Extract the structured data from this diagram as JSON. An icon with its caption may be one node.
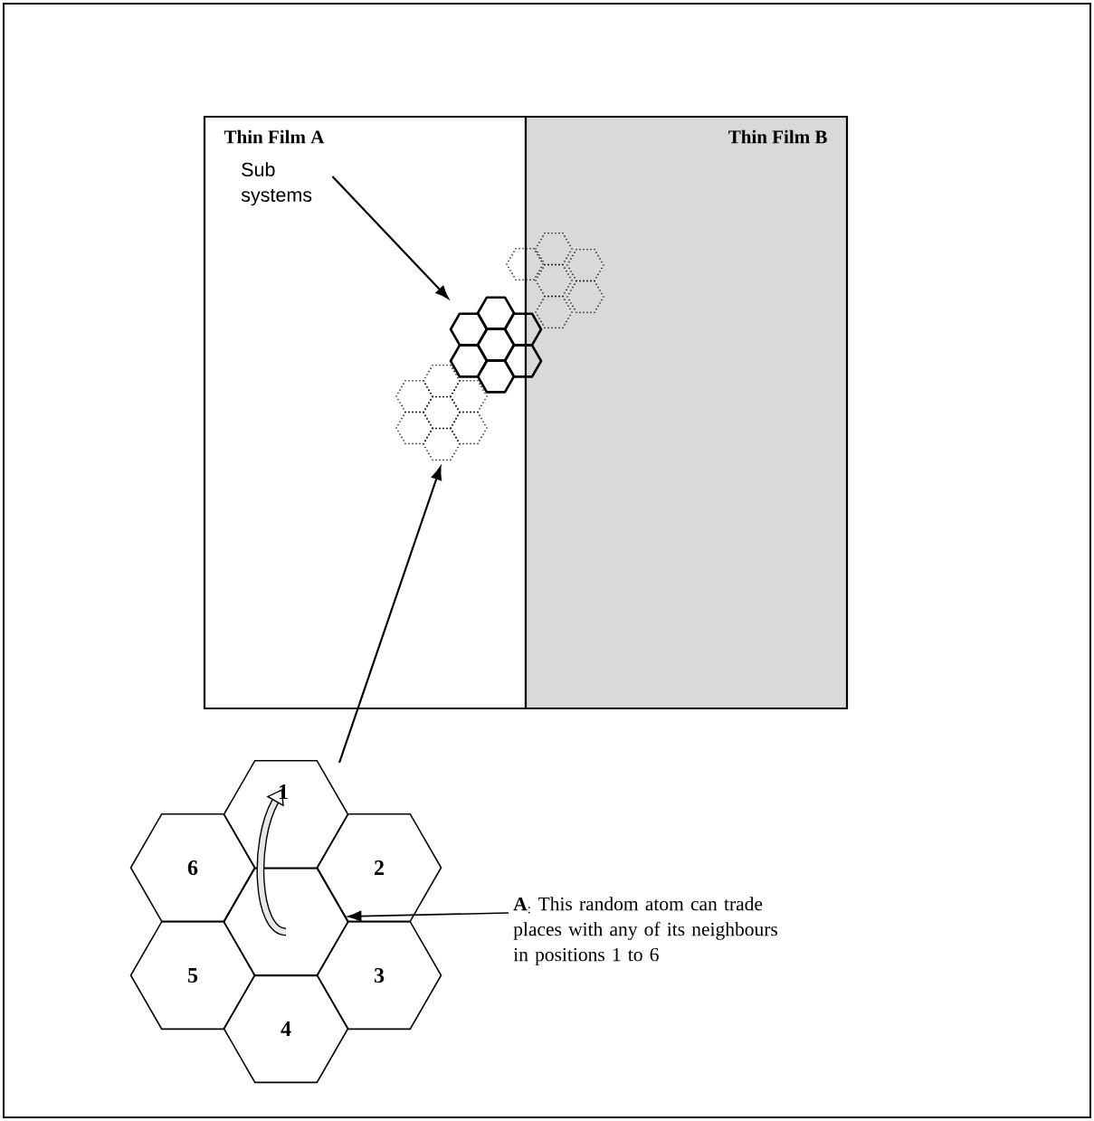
{
  "diagram": {
    "nodes": [
      {
        "text": [
          "Thin Film A"
        ]
      },
      {
        "text": [
          "Thin Film B"
        ]
      },
      {
        "text": [
          "Sub systems"
        ],
        "in": 0
      },
      {
        "text": [],
        "shape": "hexagon"
      },
      {
        "text": [],
        "shape": "hexagon"
      },
      {
        "text": [],
        "shape": "hexagon",
        "in": 0
      },
      {
        "text": [
          "1"
        ]
      },
      {
        "text": [
          "6"
        ]
      },
      {
        "text": [
          "2"
        ]
      },
      {
        "text": [],
        "shape": "hexagon"
      },
      {
        "text": [
          "5"
        ]
      },
      {
        "text": [
          "3"
        ]
      },
      {
        "text": [
          "4"
        ]
      },
      {
        "text": [
          "**A**$_{:}$ This random atom can trade places with any of its neighbours in positions 1 to 6"
        ]
      }
    ],
    "edges": [
      {
        "from": 2,
        "to": 4,
        "arrow": "to"
      },
      {
        "from": 6,
        "to": 5,
        "arrow": "to"
      },
      {
        "from": 13,
        "to": 9,
        "arrow": "to"
      },
      {
        "from": 9,
        "to": 6,
        "arrow": "to",
        "style": "thick"
      }
    ]
  }
}
